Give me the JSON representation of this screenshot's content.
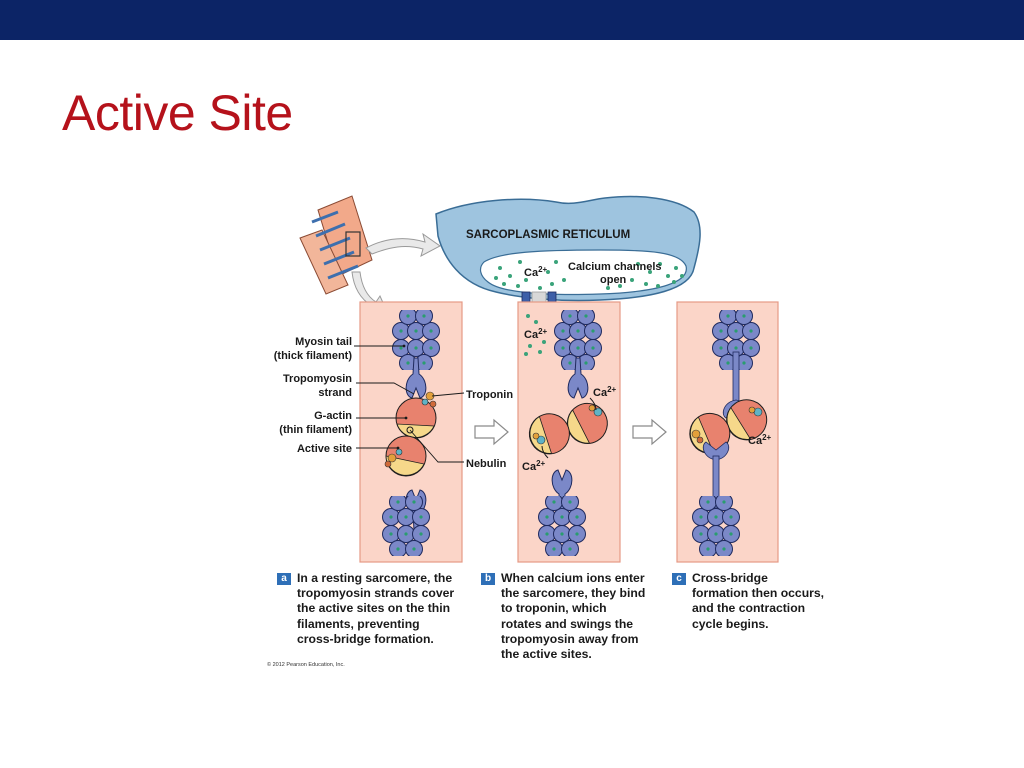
{
  "slide": {
    "title": "Active Site",
    "header_color": "#0c2466",
    "title_color": "#b5121b"
  },
  "diagram": {
    "sr_label": "SARCOPLASMIC RETICULUM",
    "ca_label": "Ca",
    "ca_charge": "2+",
    "channels_line1": "Calcium channels",
    "channels_line2": "open",
    "labels": {
      "myosin_tail_1": "Myosin tail",
      "myosin_tail_2": "(thick filament)",
      "tropomyosin_1": "Tropomyosin",
      "tropomyosin_2": "strand",
      "gactin_1": "G-actin",
      "gactin_2": "(thin filament)",
      "active_site": "Active site",
      "troponin": "Troponin",
      "nebulin": "Nebulin"
    }
  },
  "captions": [
    {
      "badge": "a",
      "lines": [
        "In a resting sarcomere, the",
        "tropomyosin strands cover",
        "the active sites on the thin",
        "filaments, preventing",
        "cross-bridge formation."
      ]
    },
    {
      "badge": "b",
      "lines": [
        "When calcium ions enter",
        "the sarcomere, they bind",
        "to troponin, which",
        "rotates and swings the",
        "tropomyosin away from",
        "the active sites."
      ]
    },
    {
      "badge": "c",
      "lines": [
        "Cross-bridge",
        "formation then occurs,",
        "and the contraction",
        "cycle begins."
      ]
    }
  ],
  "copyright": "© 2012 Pearson Education, Inc."
}
